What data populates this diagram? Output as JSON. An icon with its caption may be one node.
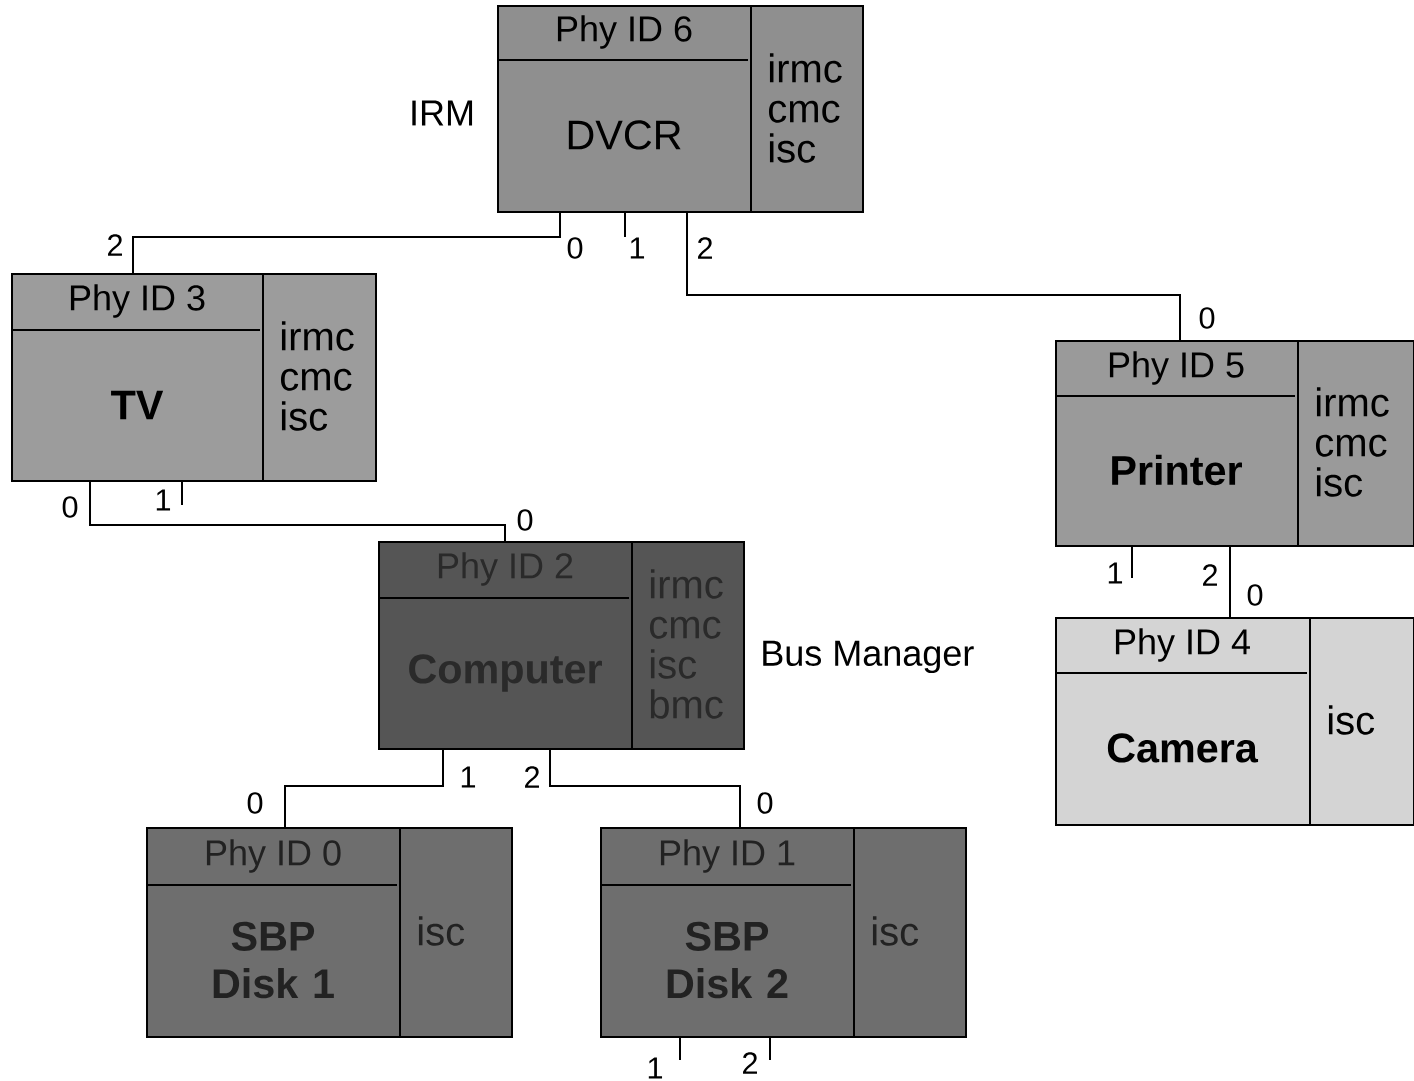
{
  "diagram": {
    "nodes": [
      {
        "text": [
          "Phy ID 6",
          "DVCR",
          "irmc cmc isc"
        ],
        "beside": [
          "IRM"
        ]
      },
      {
        "text": [
          "Phy ID 3",
          "TV",
          "irmc cmc isc"
        ]
      },
      {
        "text": [
          "Phy ID 5",
          "Printer",
          "irmc cmc isc"
        ]
      },
      {
        "text": [
          "Phy ID 2",
          "Computer",
          "irmc cmc isc bmc"
        ],
        "beside": [
          "Bus Manager"
        ]
      },
      {
        "text": [
          "Phy ID 4",
          "Camera",
          "isc"
        ]
      },
      {
        "text": [
          "Phy ID 0",
          "SBP Disk 1",
          "isc"
        ]
      },
      {
        "text": [
          "Phy ID 1",
          "SBP Disk 2",
          "isc"
        ]
      },
      {
        "text": [
          "1"
        ]
      },
      {
        "text": [
          "1"
        ]
      },
      {
        "text": [
          "1"
        ]
      },
      {
        "text": [
          "1"
        ]
      },
      {
        "text": [
          "2"
        ]
      }
    ],
    "edges": [
      {
        "from": 0,
        "to": 1,
        "arrow": "none"
      },
      {
        "from": 0,
        "to": 7,
        "arrow": "none"
      },
      {
        "from": 0,
        "to": 2,
        "arrow": "none"
      },
      {
        "from": 1,
        "to": 3,
        "arrow": "none"
      },
      {
        "from": 1,
        "to": 8,
        "arrow": "none"
      },
      {
        "from": 2,
        "to": 9,
        "arrow": "none"
      },
      {
        "from": 2,
        "to": 4,
        "arrow": "none"
      },
      {
        "from": 3,
        "to": 5,
        "arrow": "none"
      },
      {
        "from": 3,
        "to": 6,
        "arrow": "none"
      },
      {
        "from": 6,
        "to": 10,
        "arrow": "none"
      },
      {
        "from": 6,
        "to": 11,
        "arrow": "none"
      }
    ],
    "labels": [
      "2",
      "0",
      "2",
      "0",
      "0",
      "0",
      "2",
      "0",
      "1",
      "2",
      "0",
      "0"
    ]
  }
}
